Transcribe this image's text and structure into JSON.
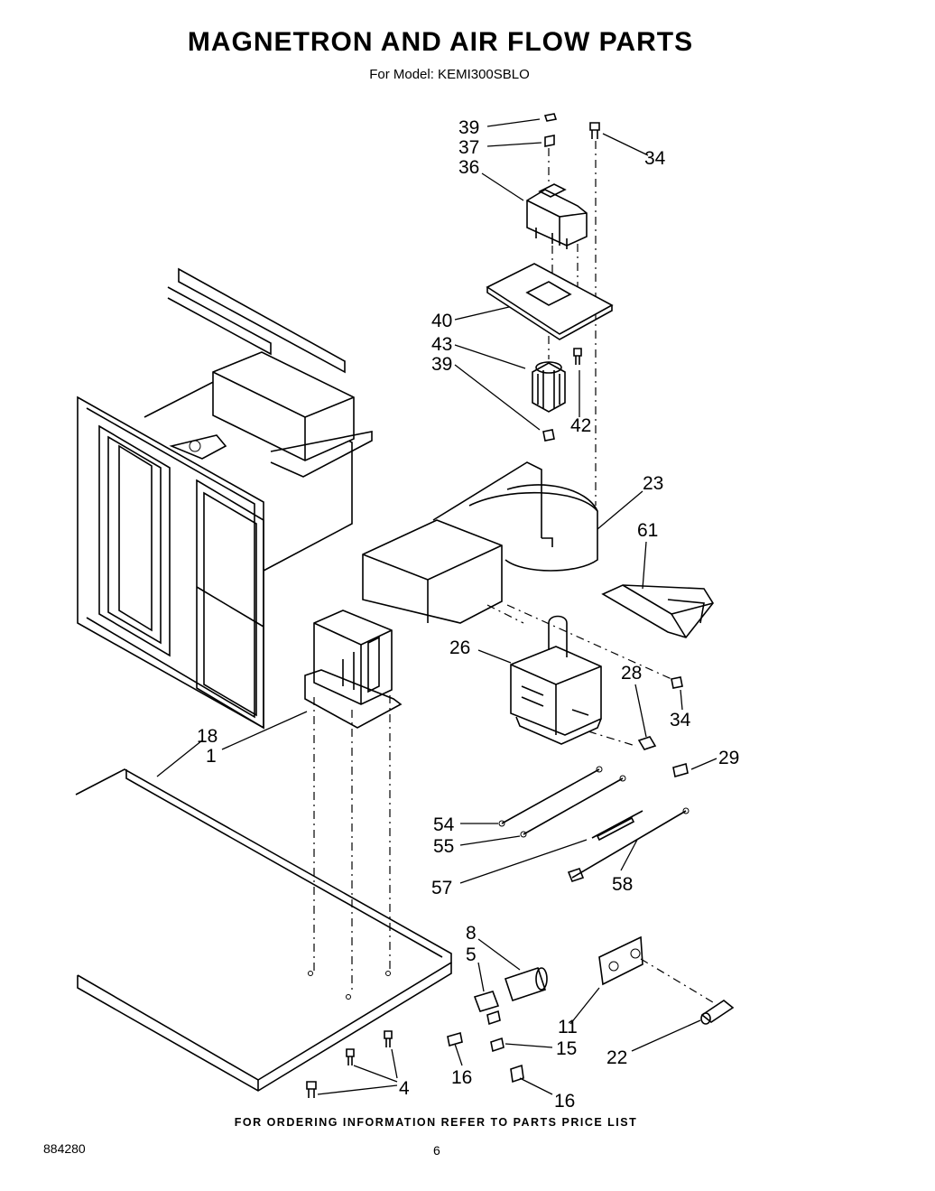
{
  "title": "MAGNETRON AND AIR FLOW PARTS",
  "subtitle": "For Model: KEMI300SBLO",
  "footer": "FOR ORDERING INFORMATION REFER TO PARTS PRICE LIST",
  "doc_number": "884280",
  "page_number": "6",
  "callouts": {
    "c39a": "39",
    "c37": "37",
    "c36": "36",
    "c34a": "34",
    "c40": "40",
    "c43": "43",
    "c39b": "39",
    "c42": "42",
    "c23": "23",
    "c61": "61",
    "c26": "26",
    "c28": "28",
    "c34b": "34",
    "c29": "29",
    "c18": "18",
    "c1": "1",
    "c54": "54",
    "c55": "55",
    "c57": "57",
    "c58": "58",
    "c8": "8",
    "c5": "5",
    "c11": "11",
    "c15": "15",
    "c22": "22",
    "c16a": "16",
    "c16b": "16",
    "c4": "4"
  }
}
